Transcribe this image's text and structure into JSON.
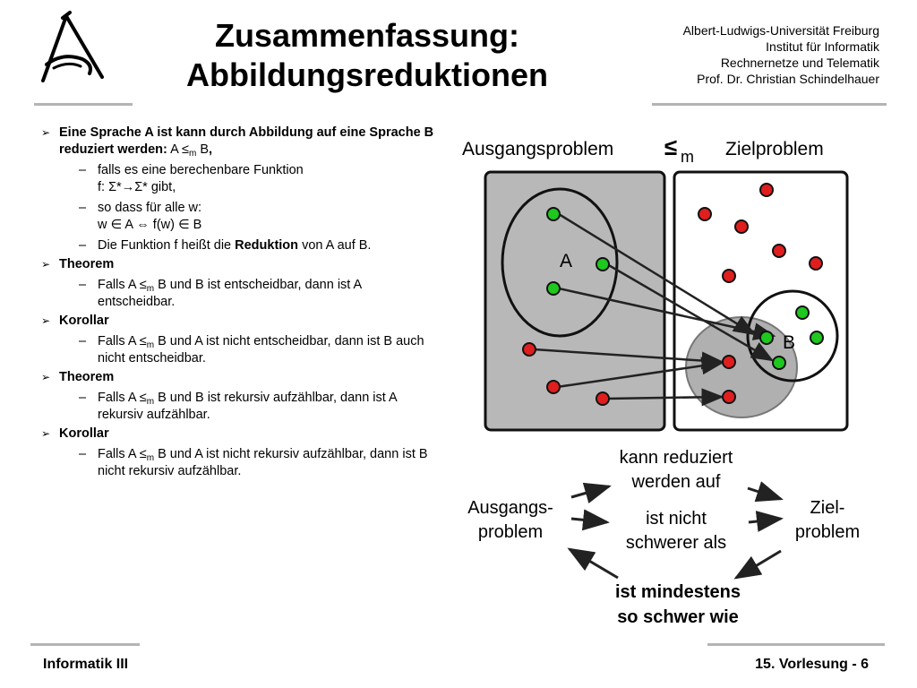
{
  "header": {
    "title_line1": "Zusammenfassung:",
    "title_line2": "Abbildungsreduktionen",
    "institution": [
      "Albert-Ludwigs-Universität Freiburg",
      "Institut für Informatik",
      "Rechnernetze und Telematik",
      "Prof. Dr. Christian Schindelhauer"
    ]
  },
  "content": {
    "b1": {
      "bold": "Eine Sprache A ist kann durch Abbildung auf eine Sprache B reduziert werden:",
      "rel_a": "A",
      "rel_le": "≤",
      "rel_sub": "m",
      "rel_b": "B",
      "comma": ","
    },
    "s1": {
      "line1": "falls es eine berechenbare Funktion",
      "line2": "f: Σ*→Σ*  gibt,"
    },
    "s2": {
      "line1": "so dass für alle w:",
      "line2": "w ∈ A  ⇔  f(w) ∈ B"
    },
    "s3": {
      "pre": "Die Funktion f heißt die",
      "bold": "Reduktion",
      "post": "von A auf B."
    },
    "theorem1": {
      "label": "Theorem",
      "pre": "Falls A",
      "sub": "m",
      "post": "B und B ist entscheidbar, dann ist A entscheidbar."
    },
    "korollar1": {
      "label": "Korollar",
      "pre": "Falls A",
      "sub": "m",
      "post": "B und A ist nicht entscheidbar, dann ist B auch nicht entscheidbar."
    },
    "theorem2": {
      "label": "Theorem",
      "pre": "Falls A",
      "sub": "m",
      "post": "B und B ist rekursiv aufzählbar, dann ist A rekursiv aufzählbar."
    },
    "korollar2": {
      "label": "Korollar",
      "pre": "Falls A",
      "sub": "m",
      "post": "B und A ist nicht rekursiv aufzählbar, dann ist B nicht rekursiv aufzählbar."
    },
    "le_symbol": "≤",
    "bullet_marker": "➢",
    "dash": "–"
  },
  "diagram": {
    "left_label": "Ausgangsproblem",
    "rel_symbol": "≤",
    "rel_sub": "m",
    "right_label": "Zielproblem",
    "set_a": "A",
    "set_b": "B",
    "colors": {
      "left_box": "#b8b8b8",
      "dot_green": "#1ec81e",
      "dot_red": "#e01e1e",
      "image_blob": "#b0b0b0"
    }
  },
  "cycle": {
    "left": [
      "Ausgangs-",
      "problem"
    ],
    "right": [
      "Ziel-",
      "problem"
    ],
    "top": [
      "kann reduziert",
      "werden auf"
    ],
    "middle": [
      "ist nicht",
      "schwerer als"
    ],
    "bottom": [
      "ist mindestens",
      "so schwer wie"
    ]
  },
  "footer": {
    "left": "Informatik III",
    "right": "15. Vorlesung - 6"
  }
}
